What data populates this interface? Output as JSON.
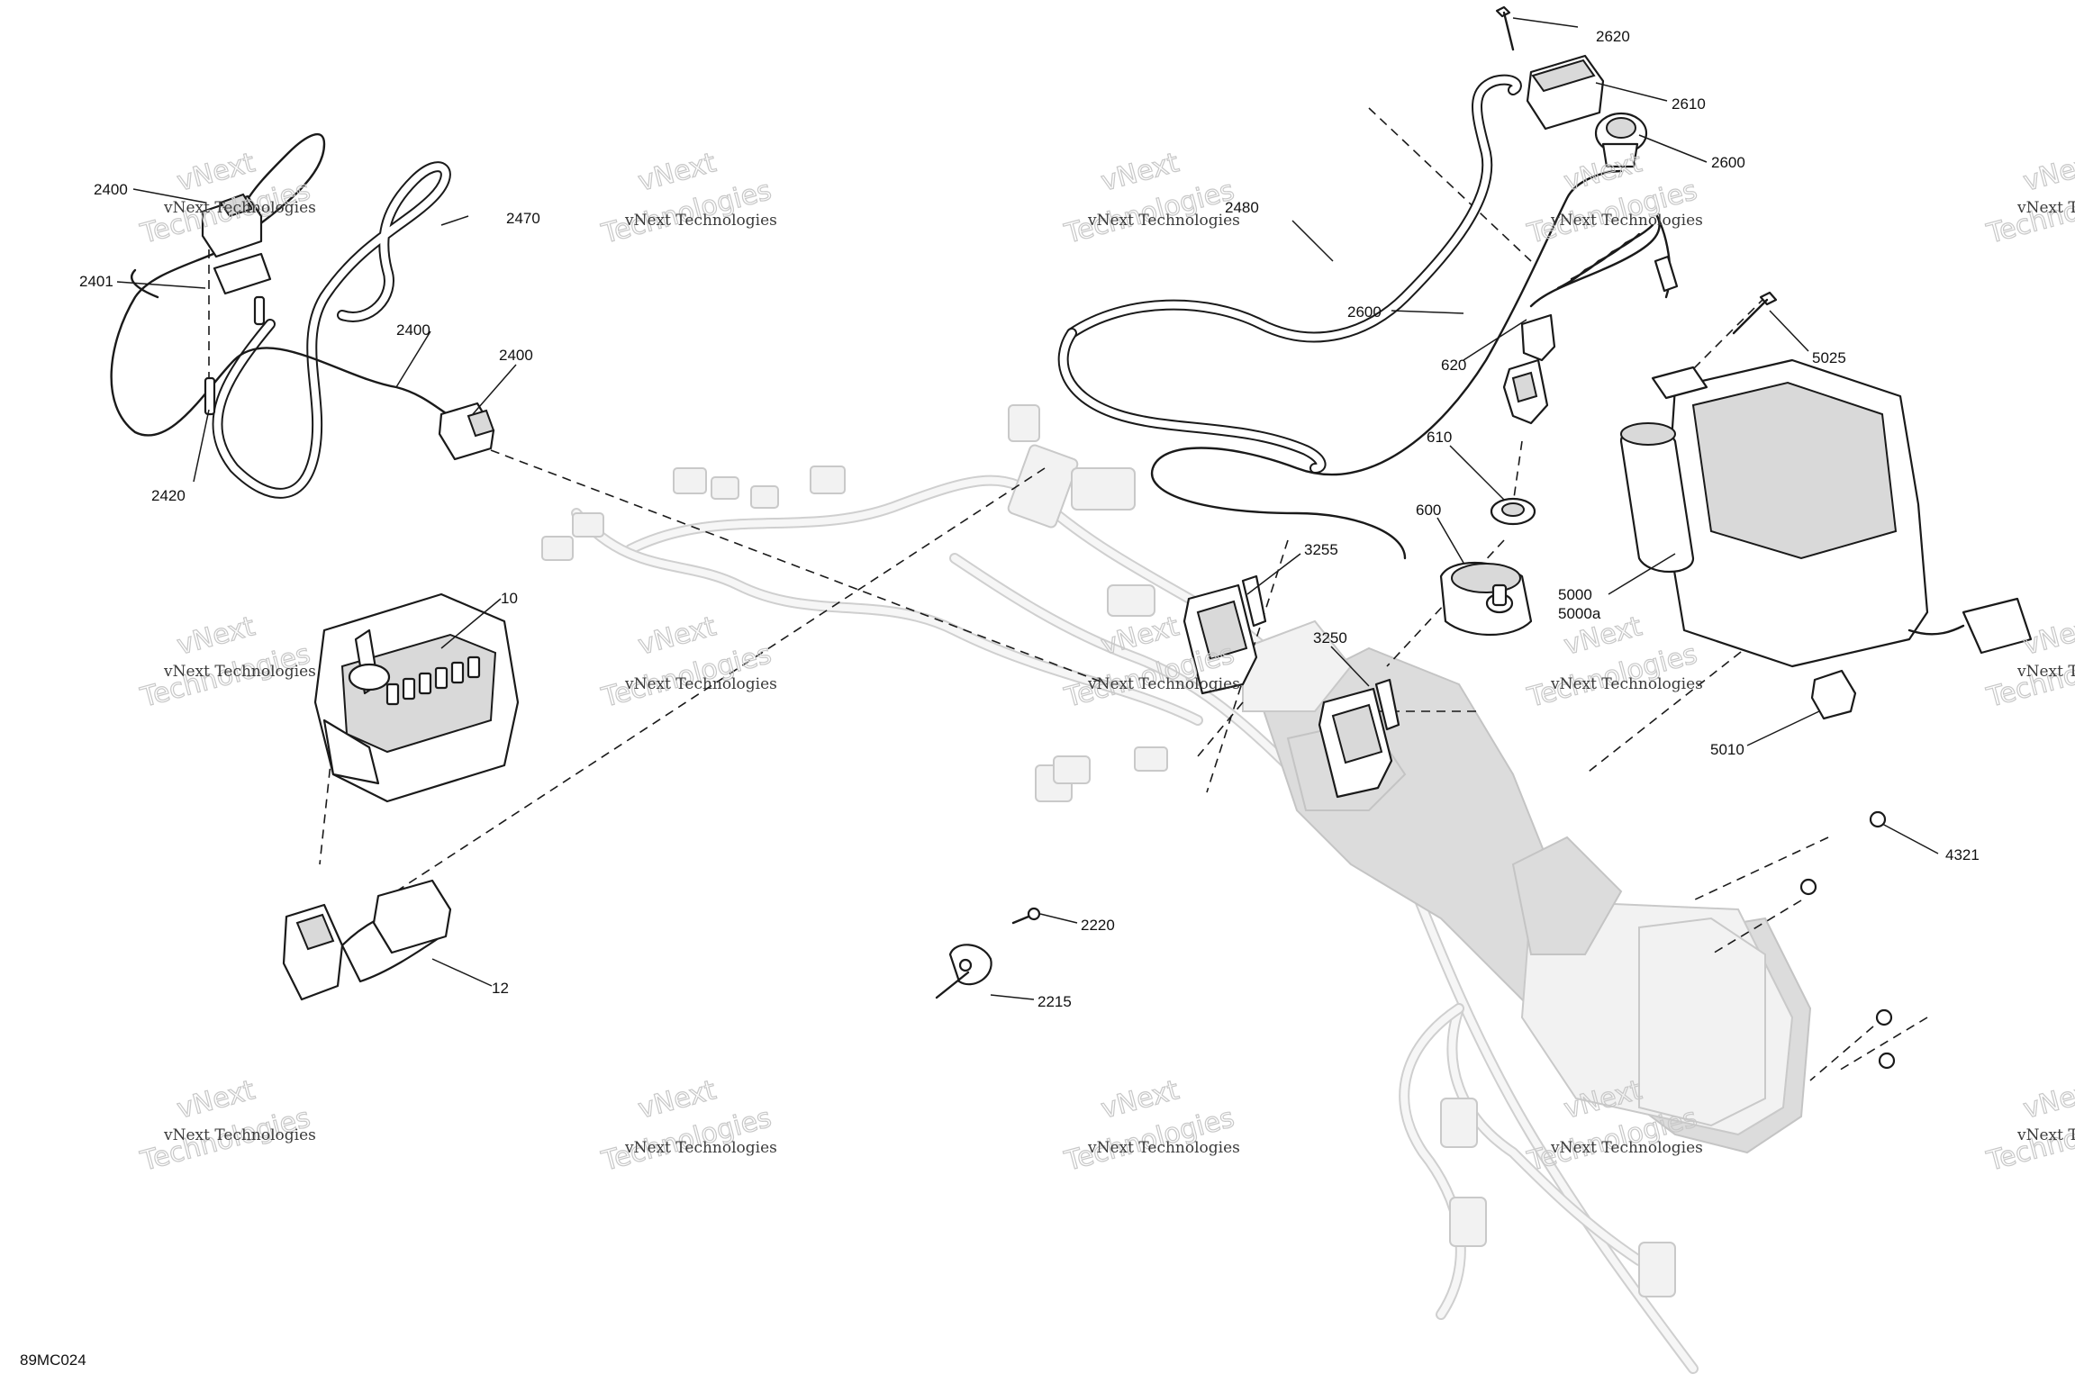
{
  "figure_id": "89MC024",
  "watermark": {
    "line1": "vNext Technologies",
    "line2": "Technologies",
    "brand": "vNext"
  },
  "callouts": {
    "c2400a": "2400",
    "c2470": "2470",
    "c2401": "2401",
    "c2400b": "2400",
    "c2400c": "2400",
    "c2420": "2420",
    "c2480": "2480",
    "c2620": "2620",
    "c2610": "2610",
    "c2600a": "2600",
    "c2600b": "2600",
    "c620": "620",
    "c5025": "5025",
    "c610": "610",
    "c600": "600",
    "c3255": "3255",
    "c3250": "3250",
    "c5000": "5000",
    "c5000a": "5000a",
    "c5010": "5010",
    "c10": "10",
    "c12": "12",
    "c4321": "4321",
    "c2220": "2220",
    "c2215": "2215"
  }
}
